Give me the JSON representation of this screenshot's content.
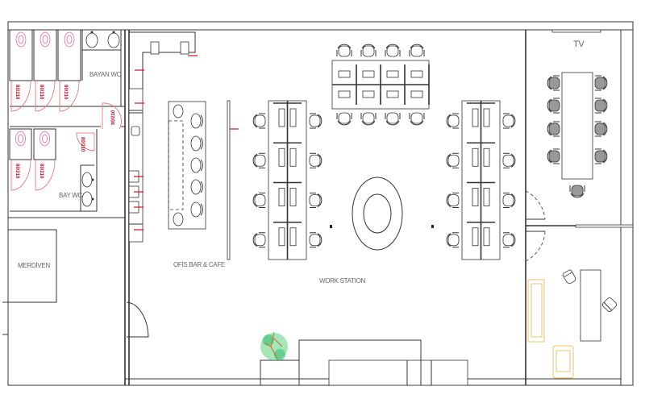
{
  "rooms": {
    "women_wc": "BAYAN WC",
    "men_wc": "BAY WC",
    "stairs": "MERDİVEN",
    "bar": "OFİS BAR & CAFE",
    "work": "WORK STATION",
    "tv": "TV"
  },
  "doors": {
    "stall": "80/210",
    "main_wc": "90/210",
    "men_wc": "80/210"
  },
  "colors": {
    "wall": "#333333",
    "door": "#f06a6a",
    "fixture": "#e0559a",
    "marker": "#d01020",
    "furniture_soft": "#e8c060"
  }
}
